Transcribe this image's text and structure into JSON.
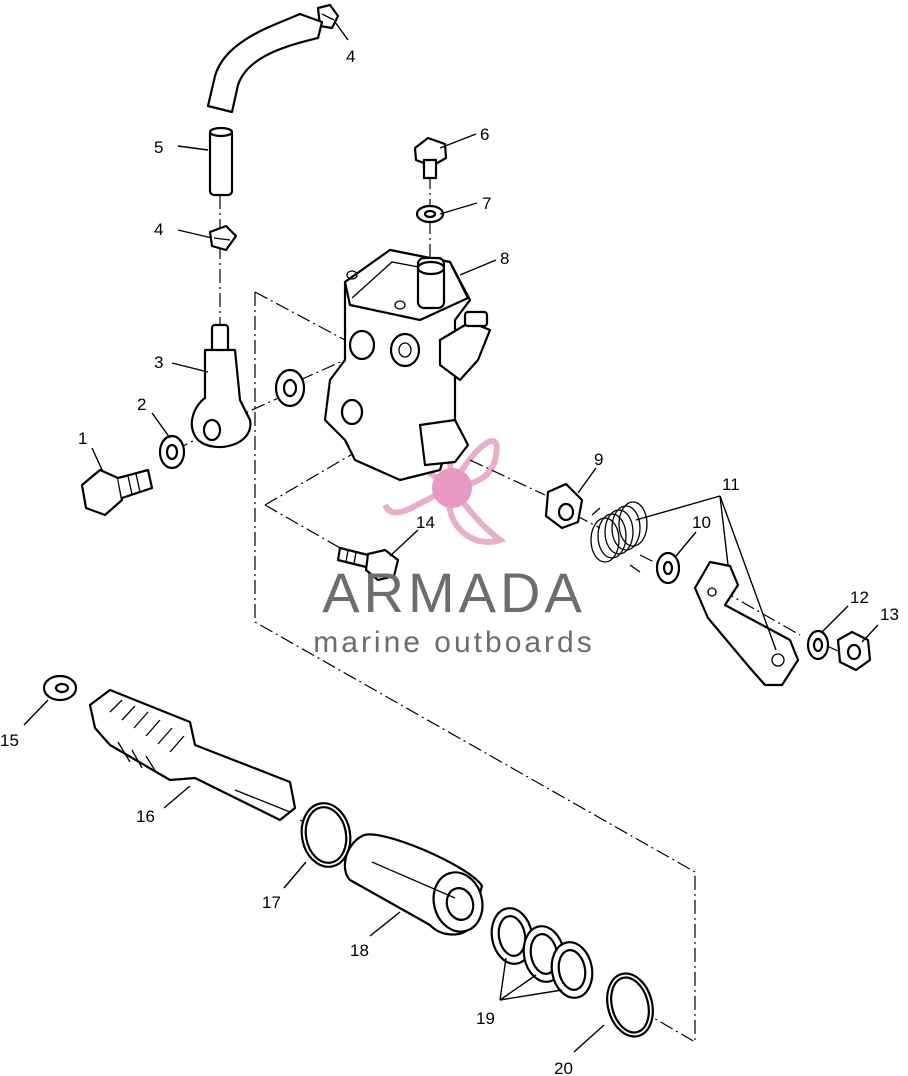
{
  "diagram": {
    "callouts": [
      "1",
      "2",
      "3",
      "4",
      "4",
      "5",
      "6",
      "7",
      "8",
      "9",
      "10",
      "11",
      "12",
      "13",
      "14",
      "15",
      "16",
      "17",
      "18",
      "19",
      "20"
    ]
  },
  "watermark": {
    "brand": "ARMADA",
    "tagline": "marine outboards",
    "brand_color": "#6d6d6d",
    "logo_color": "#e8a6c8",
    "logo_accent": "#e68fbd"
  }
}
